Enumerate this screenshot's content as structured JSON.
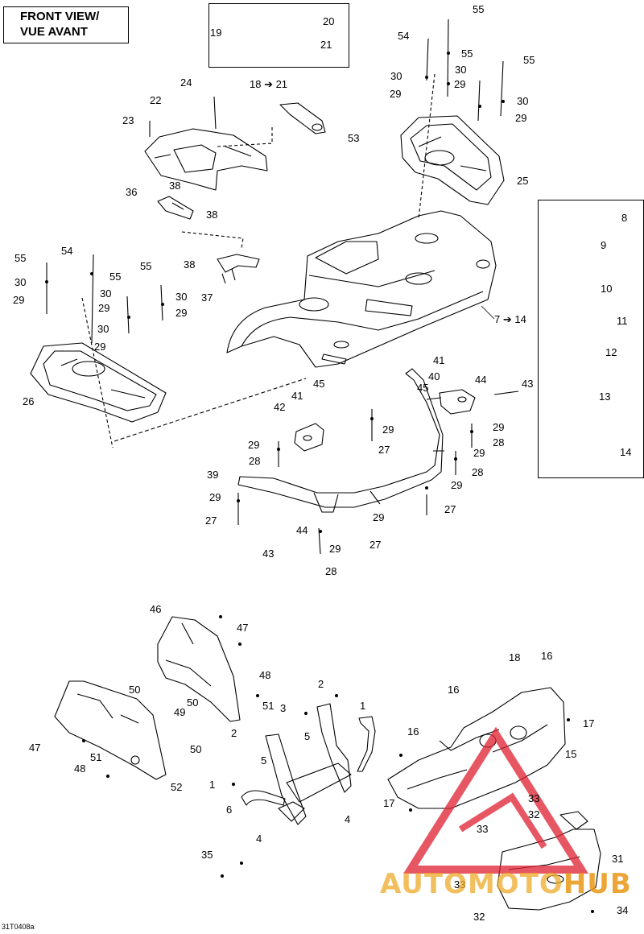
{
  "header": {
    "title_line1": "FRONT VIEW/",
    "title_line2": "VUE AVANT"
  },
  "footer": {
    "code": "31T0408a"
  },
  "watermark": {
    "text": "AUTOMOTO",
    "suffix": "HUB",
    "color": "#e02030"
  },
  "callouts": [
    {
      "id": "c55a",
      "label": "55"
    },
    {
      "id": "c54a",
      "label": "54"
    },
    {
      "id": "c30a",
      "label": "30"
    },
    {
      "id": "c29a",
      "label": "29"
    },
    {
      "id": "c55b",
      "label": "55"
    },
    {
      "id": "c30b",
      "label": "30"
    },
    {
      "id": "c29b",
      "label": "29"
    },
    {
      "id": "c55c",
      "label": "55"
    },
    {
      "id": "c30c",
      "label": "30"
    },
    {
      "id": "c29c",
      "label": "29"
    },
    {
      "id": "c25",
      "label": "25"
    },
    {
      "id": "c19",
      "label": "19"
    },
    {
      "id": "c20",
      "label": "20"
    },
    {
      "id": "c21",
      "label": "21"
    },
    {
      "id": "c18to21",
      "label": "18 ➔ 21"
    },
    {
      "id": "c24",
      "label": "24"
    },
    {
      "id": "c22",
      "label": "22"
    },
    {
      "id": "c23",
      "label": "23"
    },
    {
      "id": "c53",
      "label": "53"
    },
    {
      "id": "c38a",
      "label": "38"
    },
    {
      "id": "c36",
      "label": "36"
    },
    {
      "id": "c38b",
      "label": "38"
    },
    {
      "id": "c38c",
      "label": "38"
    },
    {
      "id": "c37",
      "label": "37"
    },
    {
      "id": "c55d",
      "label": "55"
    },
    {
      "id": "c54b",
      "label": "54"
    },
    {
      "id": "c30d",
      "label": "30"
    },
    {
      "id": "c29d",
      "label": "29"
    },
    {
      "id": "c30e",
      "label": "30"
    },
    {
      "id": "c29e",
      "label": "29"
    },
    {
      "id": "c55e",
      "label": "55"
    },
    {
      "id": "c55f",
      "label": "55"
    },
    {
      "id": "c30f",
      "label": "30"
    },
    {
      "id": "c29f",
      "label": "29"
    },
    {
      "id": "c30g",
      "label": "30"
    },
    {
      "id": "c29g",
      "label": "29"
    },
    {
      "id": "c26",
      "label": "26"
    },
    {
      "id": "c7to14",
      "label": "7 ➔ 14"
    },
    {
      "id": "c8",
      "label": "8"
    },
    {
      "id": "c9",
      "label": "9"
    },
    {
      "id": "c10",
      "label": "10"
    },
    {
      "id": "c11",
      "label": "11"
    },
    {
      "id": "c12",
      "label": "12"
    },
    {
      "id": "c13",
      "label": "13"
    },
    {
      "id": "c14",
      "label": "14"
    },
    {
      "id": "c45a",
      "label": "45"
    },
    {
      "id": "c41a",
      "label": "41"
    },
    {
      "id": "c42",
      "label": "42"
    },
    {
      "id": "c29h",
      "label": "29"
    },
    {
      "id": "c28a",
      "label": "28"
    },
    {
      "id": "c39",
      "label": "39"
    },
    {
      "id": "c29i",
      "label": "29"
    },
    {
      "id": "c27a",
      "label": "27"
    },
    {
      "id": "c44a",
      "label": "44"
    },
    {
      "id": "c43a",
      "label": "43"
    },
    {
      "id": "c29j",
      "label": "29"
    },
    {
      "id": "c27b",
      "label": "27"
    },
    {
      "id": "c28b",
      "label": "28"
    },
    {
      "id": "c29k",
      "label": "29"
    },
    {
      "id": "c41b",
      "label": "41"
    },
    {
      "id": "c40",
      "label": "40"
    },
    {
      "id": "c44b",
      "label": "44"
    },
    {
      "id": "c43b",
      "label": "43"
    },
    {
      "id": "c45b",
      "label": "45"
    },
    {
      "id": "c29l",
      "label": "29"
    },
    {
      "id": "c27c",
      "label": "27"
    },
    {
      "id": "c29m",
      "label": "29"
    },
    {
      "id": "c28c",
      "label": "28"
    },
    {
      "id": "c29n",
      "label": "29"
    },
    {
      "id": "c28d",
      "label": "28"
    },
    {
      "id": "c29o",
      "label": "29"
    },
    {
      "id": "c27d",
      "label": "27"
    },
    {
      "id": "c29p",
      "label": "29"
    },
    {
      "id": "c27e",
      "label": "27"
    },
    {
      "id": "c46",
      "label": "46"
    },
    {
      "id": "c47a",
      "label": "47"
    },
    {
      "id": "c48a",
      "label": "48"
    },
    {
      "id": "c51a",
      "label": "51"
    },
    {
      "id": "c50a",
      "label": "50"
    },
    {
      "id": "c49",
      "label": "49"
    },
    {
      "id": "c50b",
      "label": "50"
    },
    {
      "id": "c50c",
      "label": "50"
    },
    {
      "id": "c47b",
      "label": "47"
    },
    {
      "id": "c51b",
      "label": "51"
    },
    {
      "id": "c48b",
      "label": "48"
    },
    {
      "id": "c52",
      "label": "52"
    },
    {
      "id": "c2a",
      "label": "2"
    },
    {
      "id": "c3",
      "label": "3"
    },
    {
      "id": "c1a",
      "label": "1"
    },
    {
      "id": "c2b",
      "label": "2"
    },
    {
      "id": "c5a",
      "label": "5"
    },
    {
      "id": "c5b",
      "label": "5"
    },
    {
      "id": "c1b",
      "label": "1"
    },
    {
      "id": "c6",
      "label": "6"
    },
    {
      "id": "c4a",
      "label": "4"
    },
    {
      "id": "c4b",
      "label": "4"
    },
    {
      "id": "c18",
      "label": "18"
    },
    {
      "id": "c16a",
      "label": "16"
    },
    {
      "id": "c16b",
      "label": "16"
    },
    {
      "id": "c17a",
      "label": "17"
    },
    {
      "id": "c16c",
      "label": "16"
    },
    {
      "id": "c15",
      "label": "15"
    },
    {
      "id": "c17b",
      "label": "17"
    },
    {
      "id": "c33a",
      "label": "33"
    },
    {
      "id": "c32a",
      "label": "32"
    },
    {
      "id": "c33b",
      "label": "33"
    },
    {
      "id": "c31",
      "label": "31"
    },
    {
      "id": "c35",
      "label": "35"
    },
    {
      "id": "c33c",
      "label": "33"
    },
    {
      "id": "c34",
      "label": "34"
    },
    {
      "id": "c32b",
      "label": "32"
    }
  ]
}
